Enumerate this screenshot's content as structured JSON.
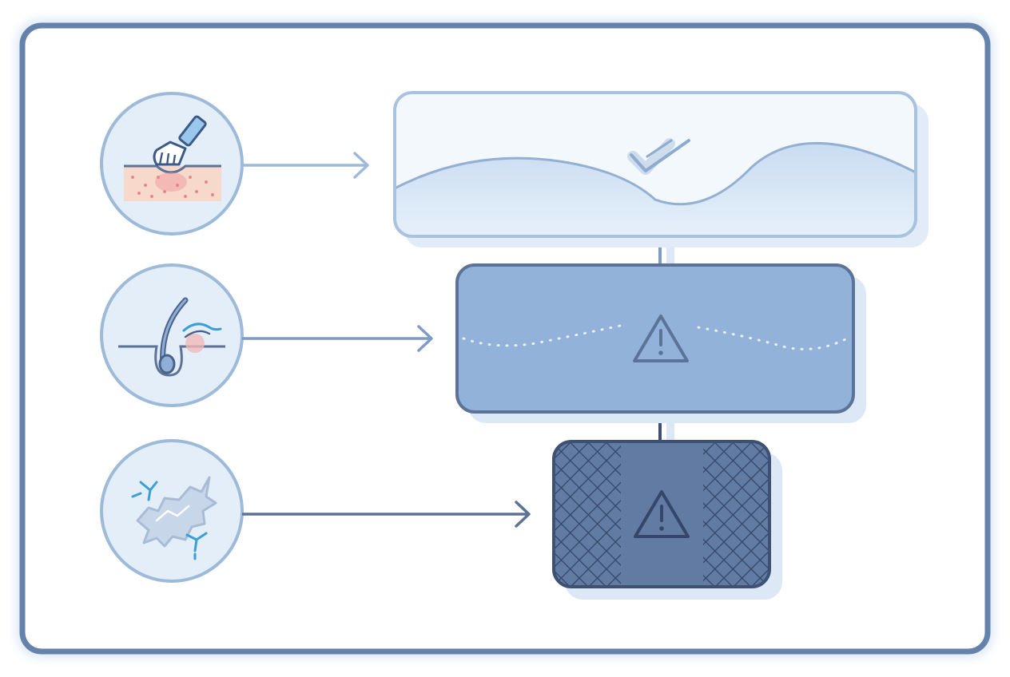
{
  "diagram": {
    "rows": [
      {
        "cause": "exfoliation-brush-on-skin",
        "cause_icon": "exfoliating-brush-icon",
        "outcome_level": "mild",
        "outcome_symbol": "check-icon"
      },
      {
        "cause": "ingrown-hair-inflammation",
        "cause_icon": "ingrown-hair-icon",
        "outcome_level": "moderate",
        "outcome_symbol": "warning-icon"
      },
      {
        "cause": "cellular-damage",
        "cause_icon": "damaged-cell-icon",
        "outcome_level": "severe",
        "outcome_symbol": "warning-icon"
      }
    ]
  },
  "colors": {
    "frame": "#6482ab",
    "frame_glow": "#dde8f6",
    "circle_fill": "#e4eef9",
    "circle_stroke": "#9ebad9",
    "arrow_light": "#9ebad9",
    "arrow_mid": "#7e9cc4",
    "arrow_dark": "#5c7296",
    "box_light_fill": "#dce9f7",
    "box_light_stroke": "#a9c2df",
    "box_mid_fill": "#93b2d9",
    "box_mid_stroke": "#5c7399",
    "box_dark_fill": "#617ba2",
    "box_dark_stroke": "#3e5073",
    "skin_tone": "#f7d9cc",
    "inflammation": "#e9868c",
    "accent_blue": "#3a9fd6"
  }
}
